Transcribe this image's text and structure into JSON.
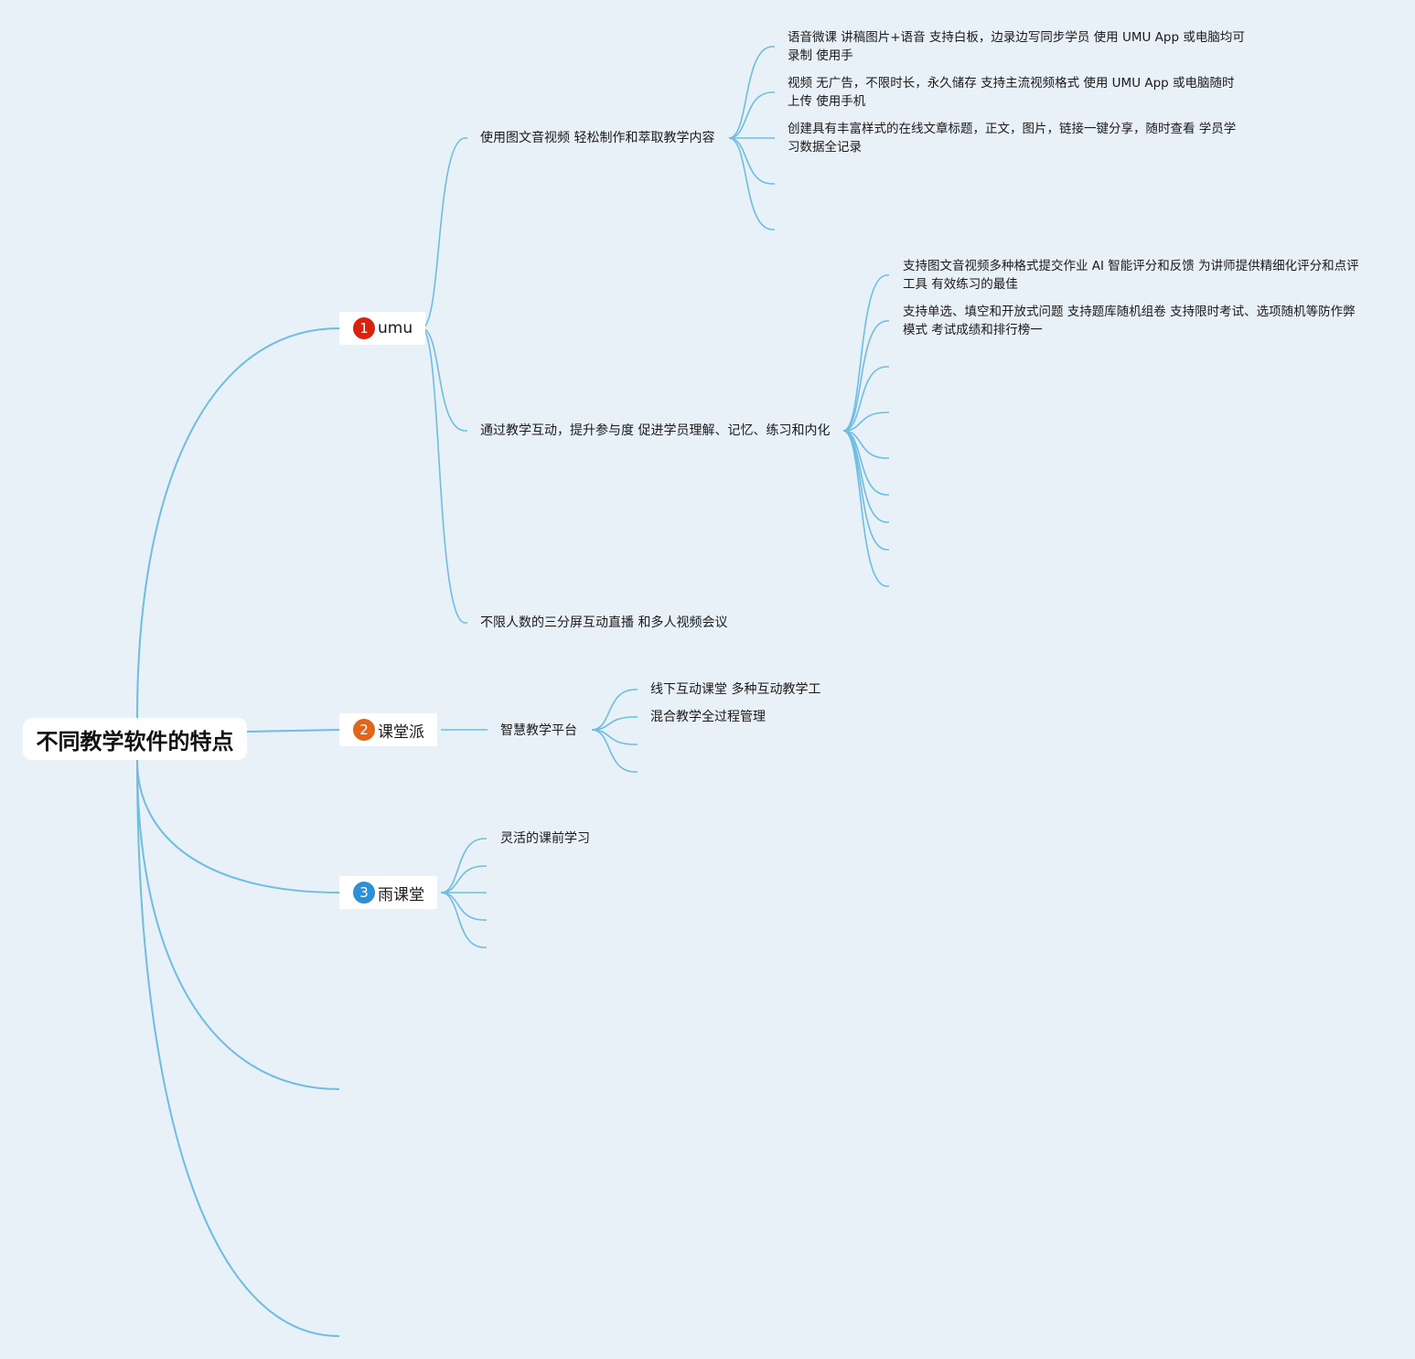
{
  "colors": {
    "background": "#e8f0f8",
    "branch_line": "#6ebde2",
    "badge_1": "#d9230f",
    "badge_2": "#e2661a",
    "badge_3": "#2d8fd5"
  },
  "root": {
    "title": "不同教学软件的特点"
  },
  "branches": [
    {
      "badge": "1",
      "label": "umu",
      "children": [
        {
          "label": "使用图文音视频 轻松制作和萃取教学内容",
          "items": [
            "语音微课 讲稿图片+语音 支持白板，边录边写同步学员 使用 UMU App 或电脑均可录制 使用手",
            "视频 无广告，不限时长，永久储存 支持主流视频格式 使用 UMU App 或电脑随时上传 使用手机",
            "创建具有丰富样式的在线文章标题，正文，图片，链接一键分享，随时查看 学员学习数据全记录"
          ]
        },
        {
          "label": "通过教学互动，提升参与度 促进学员理解、记忆、练习和内化",
          "items": [
            "支持图文音视频多种格式提交作业 AI 智能评分和反馈 为讲师提供精细化评分和点评工具 有效练习的最佳",
            "支持单选、填空和开放式问题 支持题库随机组卷 支持限时考试、选项随机等防作弊模式 考试成绩和排行榜一"
          ]
        },
        {
          "label": "不限人数的三分屏互动直播 和多人视频会议"
        }
      ]
    },
    {
      "badge": "2",
      "label": "课堂派",
      "children": [
        {
          "label": "智慧教学平台",
          "items": [
            "线下互动课堂 多种互动教学工",
            "混合教学全过程管理"
          ]
        }
      ]
    },
    {
      "badge": "3",
      "label": "雨课堂",
      "children": [
        {
          "label": "灵活的课前学习"
        }
      ]
    }
  ]
}
